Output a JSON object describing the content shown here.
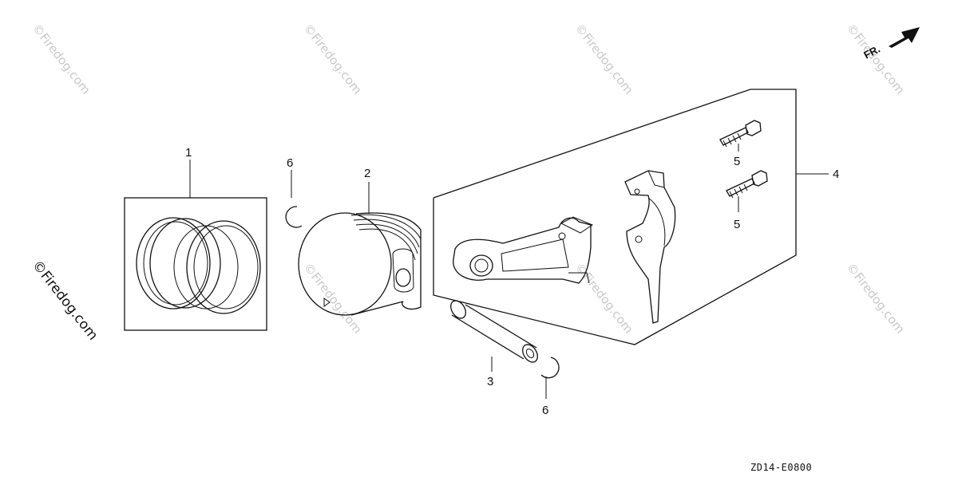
{
  "callouts": {
    "c1": "1",
    "c2": "2",
    "c3": "3",
    "c4": "4",
    "c5a": "5",
    "c5b": "5",
    "c6a": "6",
    "c6b": "6"
  },
  "direction_label": "FR.",
  "reference_code": "ZD14-E0800",
  "watermarks": {
    "side": "©Firedog.com",
    "tile": "©Firedog.com"
  },
  "colors": {
    "line": "#111111",
    "watermark": "#c9c9c9",
    "background": "#ffffff"
  }
}
